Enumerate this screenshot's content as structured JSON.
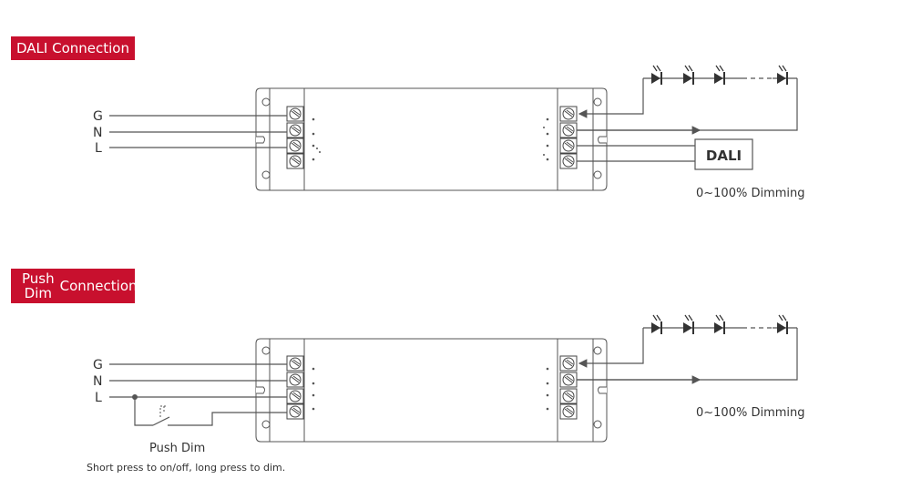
{
  "section_dali": {
    "title": "DALI Connection"
  },
  "section_push": {
    "title_line1": "Push",
    "title_line2": "Dim",
    "title_rest": "Connection"
  },
  "wires": {
    "g": "G",
    "n": "N",
    "l": "L"
  },
  "dali_box": "DALI",
  "dimming_label_1": "0~100% Dimming",
  "dimming_label_2": "0~100% Dimming",
  "push_dim_label": "Push Dim",
  "push_dim_note": "Short press to on/off, long press to dim.",
  "colors": {
    "accent": "#c8102e",
    "line": "#555555"
  }
}
